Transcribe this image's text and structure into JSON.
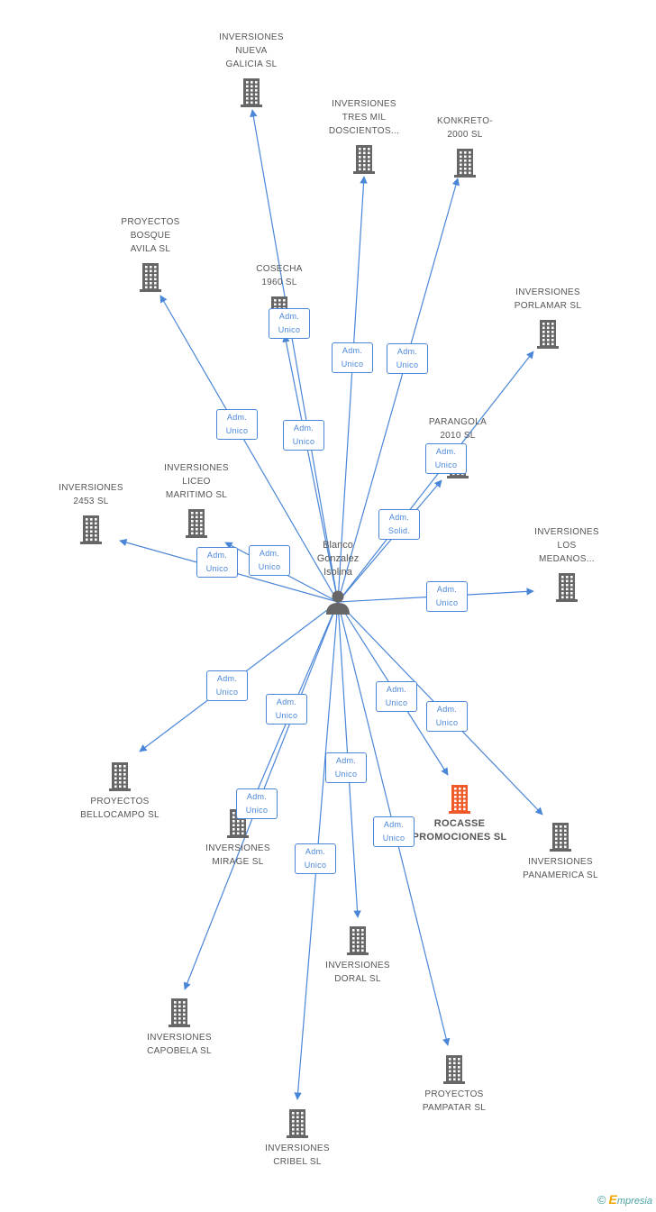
{
  "center": {
    "name": "Blanco\nGonzalez\nIsolina",
    "icon": "person-icon"
  },
  "colors": {
    "edge": "#4a86d8",
    "building": "#666666",
    "highlight": "#f05a28"
  },
  "nodes": [
    {
      "label": "INVERSIONES\nNUEVA\nGALICIA SL",
      "role": "Adm.\nUnico"
    },
    {
      "label": "INVERSIONES\nTRES MIL\nDOSCIENTOS...",
      "role": "Adm.\nUnico"
    },
    {
      "label": "KONKRETO-\n2000 SL",
      "role": "Adm.\nUnico"
    },
    {
      "label": "PROYECTOS\nBOSQUE\nAVILA SL",
      "role": "Adm.\nUnico"
    },
    {
      "label": "COSECHA\n1960 SL",
      "role": "Adm.\nUnico"
    },
    {
      "label": "INVERSIONES\nPORLAMAR SL",
      "role": "Adm.\nSolid."
    },
    {
      "label": "PARANGOLA\n2010 SL",
      "role": "Adm.\nUnico"
    },
    {
      "label": "INVERSIONES\n2453 SL",
      "role": "Adm.\nUnico"
    },
    {
      "label": "INVERSIONES\nLICEO\nMARITIMO SL",
      "role": "Adm.\nUnico"
    },
    {
      "label": "INVERSIONES\nLOS\nMEDANOS...",
      "role": "Adm.\nUnico"
    },
    {
      "label": "PROYECTOS\nBELLOCAMPO SL",
      "role": "Adm.\nUnico"
    },
    {
      "label": "INVERSIONES\nMIRAGE SL",
      "role": "Adm.\nUnico"
    },
    {
      "label": "ROCASSE\nPROMOCIONES SL",
      "role": "Adm.\nUnico",
      "highlight": true
    },
    {
      "label": "INVERSIONES\nPANAMERICA SL",
      "role": "Adm.\nUnico"
    },
    {
      "label": "INVERSIONES\nCAPOBELA SL",
      "role": "Adm.\nUnico"
    },
    {
      "label": "INVERSIONES\nDORAL SL",
      "role": "Adm.\nUnico"
    },
    {
      "label": "PROYECTOS\nPAMPATAR SL",
      "role": "Adm.\nUnico"
    },
    {
      "label": "INVERSIONES\nCRIBEL SL",
      "role": "Adm.\nUnico"
    }
  ],
  "footer": {
    "copyright": "©",
    "brand_first": "E",
    "brand_rest": "mpresia"
  }
}
